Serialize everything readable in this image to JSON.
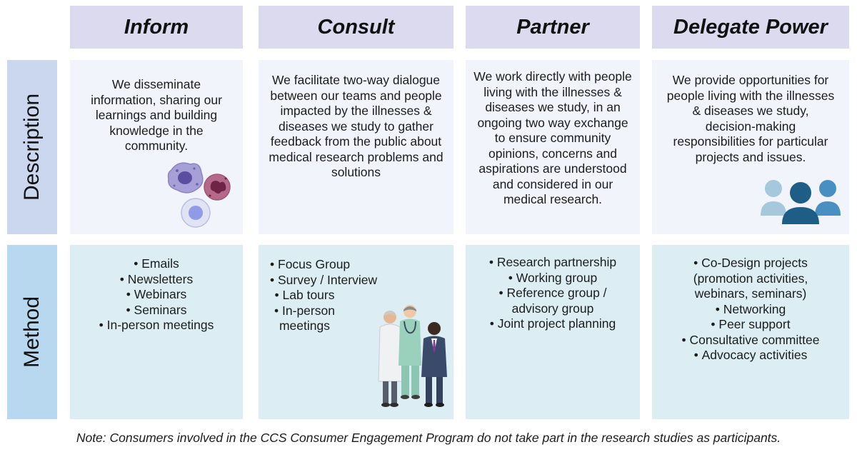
{
  "columns": [
    {
      "header": "Inform",
      "description": "We disseminate information, sharing our learnings and building knowledge in the community.",
      "methods": [
        "Emails",
        "Newsletters",
        "Webinars",
        "Seminars",
        "In-person meetings"
      ]
    },
    {
      "header": "Consult",
      "description": "We facilitate two-way dialogue between our teams and people impacted by the illnesses & diseases we study to gather feedback from the public about medical research problems and solutions",
      "methods": [
        "Focus Group",
        "Survey / Interview",
        "Lab tours",
        "In-person meetings"
      ]
    },
    {
      "header": "Partner",
      "description": "We work directly with people living with the illnesses & diseases we study, in an ongoing two way exchange to ensure community opinions, concerns and aspirations are  understood and considered in our medical research.",
      "methods": [
        "Research partnership",
        "Working group",
        "Reference group / advisory group",
        "Joint project planning"
      ]
    },
    {
      "header": "Delegate Power",
      "description": "We provide opportunities for  people living with the illnesses & diseases we study, decision-making responsibilities for particular projects and issues.",
      "methods": [
        "Co-Design projects (promotion activities, webinars, seminars)",
        "Networking",
        "Peer support",
        "Consultative committee",
        "Advocacy activities"
      ]
    }
  ],
  "rows": {
    "description_label": "Description",
    "method_label": "Method"
  },
  "note": "Note: Consumers involved in the CCS Consumer Engagement Program do not take part in the research studies as participants.",
  "icons": {
    "cells": "blood-cells-illustration",
    "researchers": "researchers-group-illustration",
    "people": "people-group-icon"
  },
  "colors": {
    "header_bg": "#dcdaee",
    "row_label_bg": "#cbd7ef",
    "method_label_bg": "#b7d8ee",
    "description_bg": "#f1f4fb",
    "method_bg": "#dceef3",
    "people_icon_dark": "#1d5d86",
    "people_icon_mid": "#4a8fc2",
    "people_icon_light": "#a6c8dd"
  }
}
